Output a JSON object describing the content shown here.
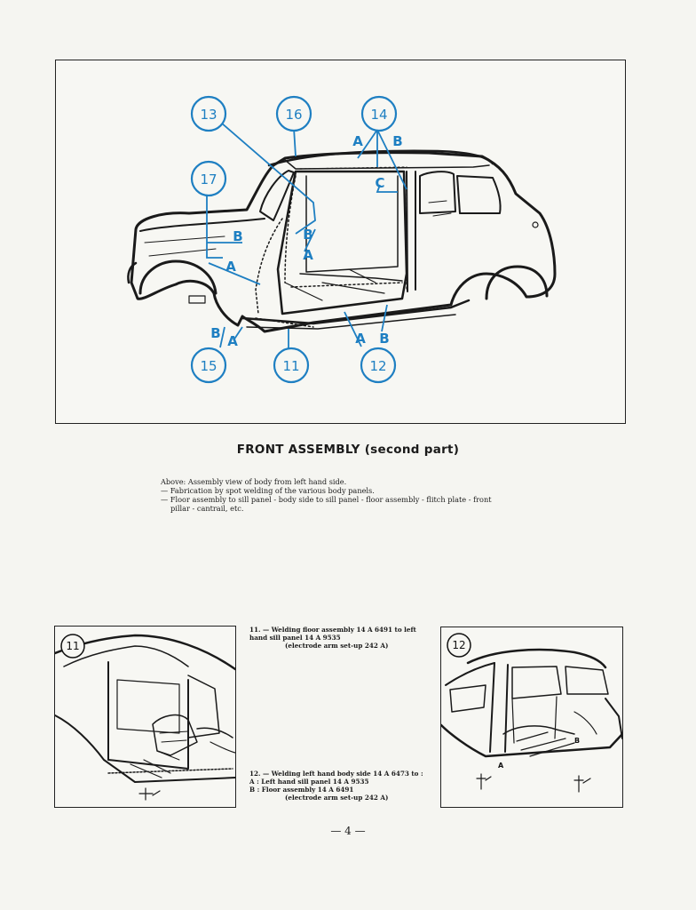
{
  "main_figure": {
    "callouts": [
      "13",
      "16",
      "14",
      "17",
      "15",
      "11",
      "12"
    ],
    "letter_a": "A",
    "letter_b": "B",
    "letter_c": "C"
  },
  "title": "FRONT ASSEMBLY (second part)",
  "intro": {
    "line1": "Above: Assembly view of body from left hand side.",
    "line2": "— Fabrication by spot welding of the various body panels.",
    "line3": "— Floor assembly to sill panel - body side to sill panel - floor assembly - flitch plate - front",
    "line4": "pillar - cantrail, etc."
  },
  "caption11": {
    "line1": "11. — Welding floor assembly 14 A 6491 to left",
    "line2": "hand sill panel 14 A 9535",
    "line3": "(electrode arm set-up 242 A)"
  },
  "caption12": {
    "line1": "12. — Welding left hand body side 14 A 6473 to :",
    "line2": "A : Left hand sill panel 14 A 9535",
    "line3": "B : Floor assembly 14 A 6491",
    "line4": "(electrode arm set-up 242 A)"
  },
  "fig11": {
    "label": "11"
  },
  "fig12": {
    "label": "12",
    "letter_a": "A",
    "letter_b": "B"
  },
  "page_number": "— 4 —",
  "colors": {
    "callout": "#1e7fc2",
    "ink": "#1a1a1a",
    "paper": "#f5f5f1"
  }
}
